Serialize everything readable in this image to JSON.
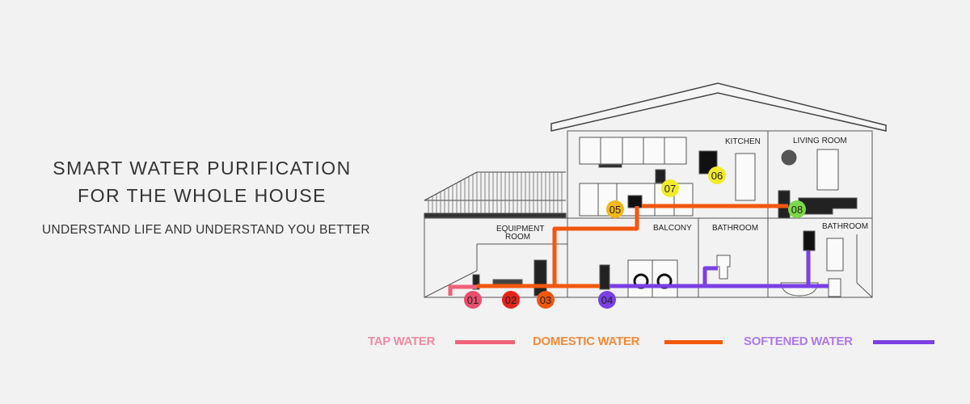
{
  "headline": {
    "line1": "SMART WATER PURIFICATION",
    "line2": "FOR THE WHOLE HOUSE",
    "subtitle": "UNDERSTAND LIFE AND UNDERSTAND YOU BETTER"
  },
  "rooms": {
    "kitchen": "KITCHEN",
    "living_room": "LIVING ROOM",
    "equipment_1": "EQUIPMENT",
    "equipment_2": "ROOM",
    "balcony": "BALCONY",
    "bathroom_1": "BATHROOM",
    "bathroom_2": "BATHROOM"
  },
  "markers": [
    {
      "label": "01",
      "color": "#e94e6d"
    },
    {
      "label": "02",
      "color": "#e3241b"
    },
    {
      "label": "03",
      "color": "#f2570f"
    },
    {
      "label": "04",
      "color": "#7b3fe4"
    },
    {
      "label": "05",
      "color": "#f2b81c"
    },
    {
      "label": "06",
      "color": "#f2ea2c"
    },
    {
      "label": "07",
      "color": "#f2ea2c"
    },
    {
      "label": "08",
      "color": "#7bd94a"
    }
  ],
  "legend": [
    {
      "label": "TAP WATER",
      "text_color": "#ef8ca3",
      "line_color": "#f06277"
    },
    {
      "label": "DOMESTIC WATER",
      "text_color": "#ef8b3b",
      "line_color": "#f2570f"
    },
    {
      "label": "SOFTENED WATER",
      "text_color": "#b07ae6",
      "line_color": "#7b3fe4"
    }
  ]
}
